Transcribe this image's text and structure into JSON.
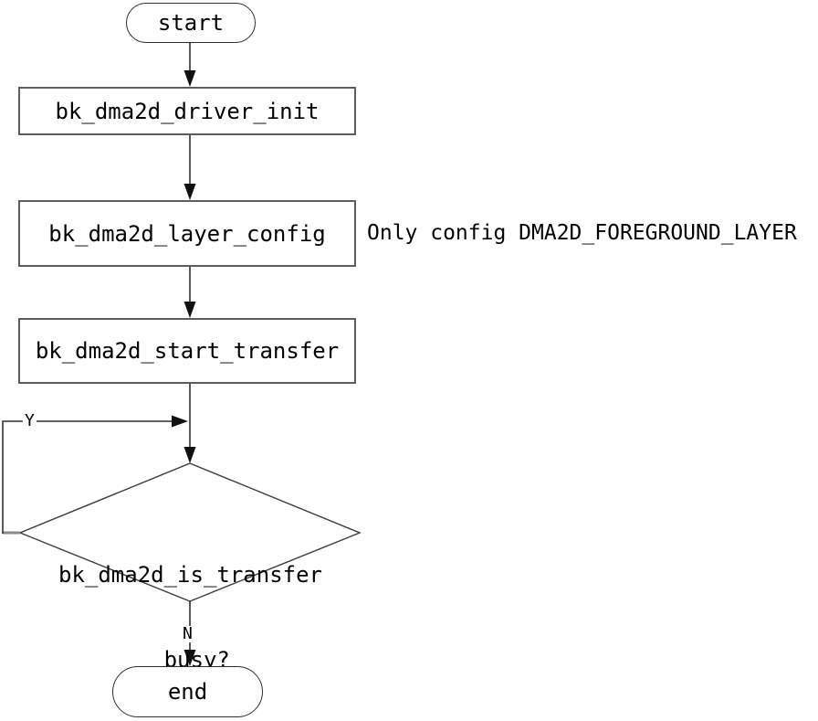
{
  "diagram": {
    "type": "flowchart",
    "colors": {
      "background": "#ffffff",
      "line": "#2f2f2f",
      "process_border": "#5d5d5d",
      "terminator_border": "#2f2f2f",
      "text": "#000000"
    },
    "nodes": {
      "start": {
        "type": "terminator",
        "label": "start"
      },
      "driver_init": {
        "type": "process",
        "label": "bk_dma2d_driver_init"
      },
      "layer_config": {
        "type": "process",
        "label": "bk_dma2d_layer_config"
      },
      "start_transfer": {
        "type": "process",
        "label": "bk_dma2d_start_transfer"
      },
      "is_transfer_busy": {
        "type": "decision",
        "label_line1": "bk_dma2d_is_transfer",
        "label_line2": "_busy?"
      },
      "end": {
        "type": "terminator",
        "label": "end"
      }
    },
    "annotation": {
      "text": "Only config DMA2D_FOREGROUND_LAYER",
      "attached_to": "layer_config"
    },
    "edges": [
      {
        "from": "start",
        "to": "driver_init",
        "label": ""
      },
      {
        "from": "driver_init",
        "to": "layer_config",
        "label": ""
      },
      {
        "from": "layer_config",
        "to": "start_transfer",
        "label": ""
      },
      {
        "from": "start_transfer",
        "to": "is_transfer_busy",
        "label": ""
      },
      {
        "from": "is_transfer_busy",
        "to": "is_transfer_busy",
        "label": "Y",
        "kind": "loop-back"
      },
      {
        "from": "is_transfer_busy",
        "to": "end",
        "label": "N"
      }
    ]
  }
}
